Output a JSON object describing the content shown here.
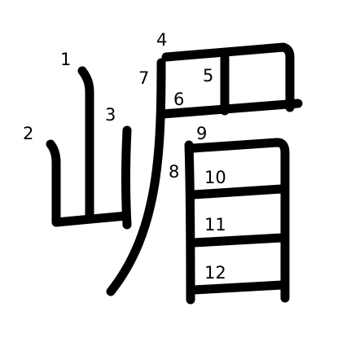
{
  "diagram": {
    "stroke_color": "#000000",
    "background_color": "#ffffff",
    "stroke_count": 12,
    "stroke_numbers": [
      "1",
      "2",
      "3",
      "4",
      "5",
      "6",
      "7",
      "8",
      "9",
      "10",
      "11",
      "12"
    ]
  }
}
